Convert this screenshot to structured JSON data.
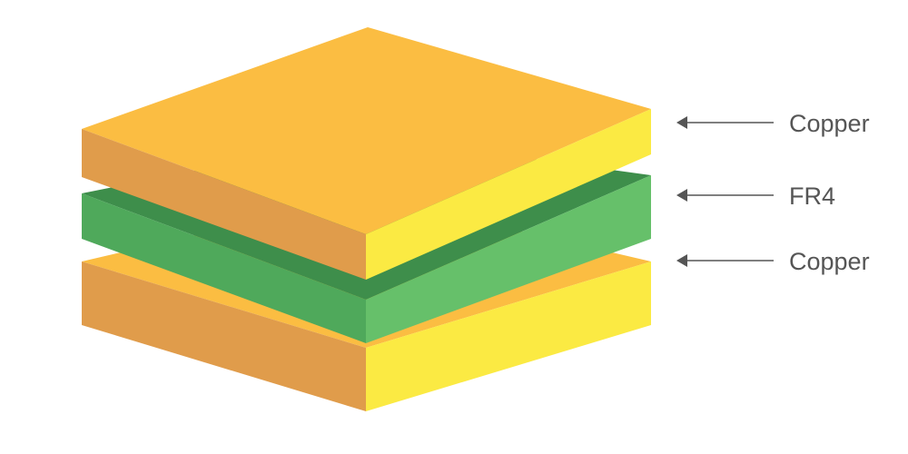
{
  "diagram": {
    "layers": [
      {
        "label": "Copper",
        "material": "copper"
      },
      {
        "label": "FR4",
        "material": "fr4"
      },
      {
        "label": "Copper",
        "material": "copper"
      }
    ],
    "colors": {
      "copper_top": "#FBBD42",
      "copper_left": "#E09C4B",
      "copper_right": "#FBEA43",
      "fr4_top": "#3E8E4B",
      "fr4_left": "#4FA95B",
      "fr4_right": "#66C06A",
      "arrow": "#555555",
      "label_text": "#555555"
    }
  }
}
